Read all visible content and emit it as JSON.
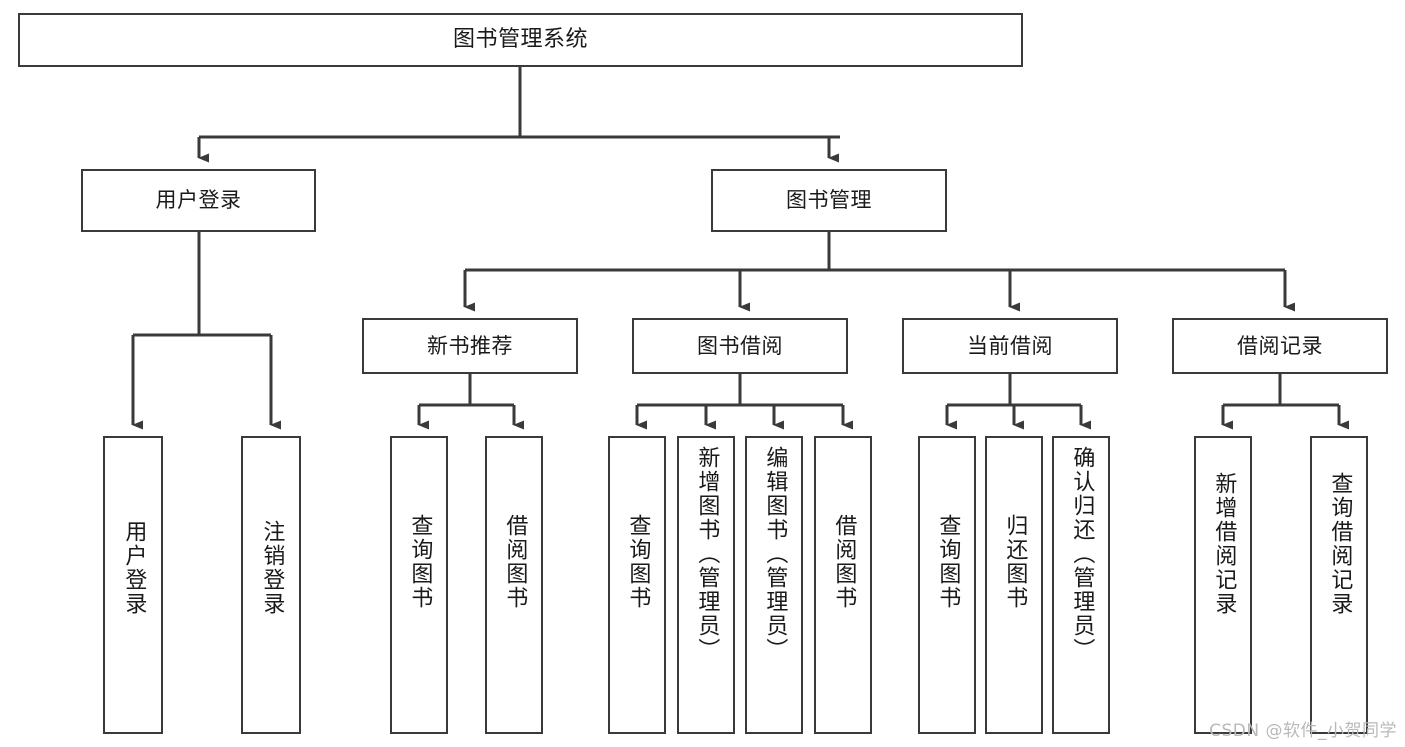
{
  "diagram": {
    "type": "tree",
    "title": "图书管理系统",
    "orientation": "top-down",
    "colors": {
      "background": "#ffffff",
      "box_border": "#3a3a3a",
      "box_fill": "#ffffff",
      "edge": "#3a3a3a",
      "text": "#1a1a1a",
      "watermark": "#b9b9b9"
    },
    "root": {
      "label": "图书管理系统"
    },
    "level2": [
      {
        "id": "user-login",
        "label": "用户登录"
      },
      {
        "id": "book-management",
        "label": "图书管理"
      }
    ],
    "level3": [
      {
        "id": "new-book-recommend",
        "label": "新书推荐"
      },
      {
        "id": "book-borrow",
        "label": "图书借阅"
      },
      {
        "id": "current-borrow",
        "label": "当前借阅"
      },
      {
        "id": "borrow-record",
        "label": "借阅记录"
      }
    ],
    "leaves": {
      "user_login": [
        {
          "id": "leaf-user-login",
          "label": "用户登录"
        },
        {
          "id": "leaf-logout-login",
          "label": "注销登录"
        }
      ],
      "new_book_recommend": [
        {
          "id": "leaf-query-book-1",
          "label": "查询图书"
        },
        {
          "id": "leaf-borrow-book-1",
          "label": "借阅图书"
        }
      ],
      "book_borrow": [
        {
          "id": "leaf-query-book-2",
          "label": "查询图书"
        },
        {
          "id": "leaf-add-book-admin",
          "label": "新增图书（管理员）"
        },
        {
          "id": "leaf-edit-book-admin",
          "label": "编辑图书（管理员）"
        },
        {
          "id": "leaf-borrow-book-2",
          "label": "借阅图书"
        }
      ],
      "current_borrow": [
        {
          "id": "leaf-query-book-3",
          "label": "查询图书"
        },
        {
          "id": "leaf-return-book",
          "label": "归还图书"
        },
        {
          "id": "leaf-confirm-return-admin",
          "label": "确认归还（管理员）"
        }
      ],
      "borrow_record": [
        {
          "id": "leaf-add-borrow-record",
          "label": "新增借阅记录"
        },
        {
          "id": "leaf-query-borrow-record",
          "label": "查询借阅记录"
        }
      ]
    }
  },
  "watermark": {
    "text": "CSDN @软件_小贺同学"
  }
}
